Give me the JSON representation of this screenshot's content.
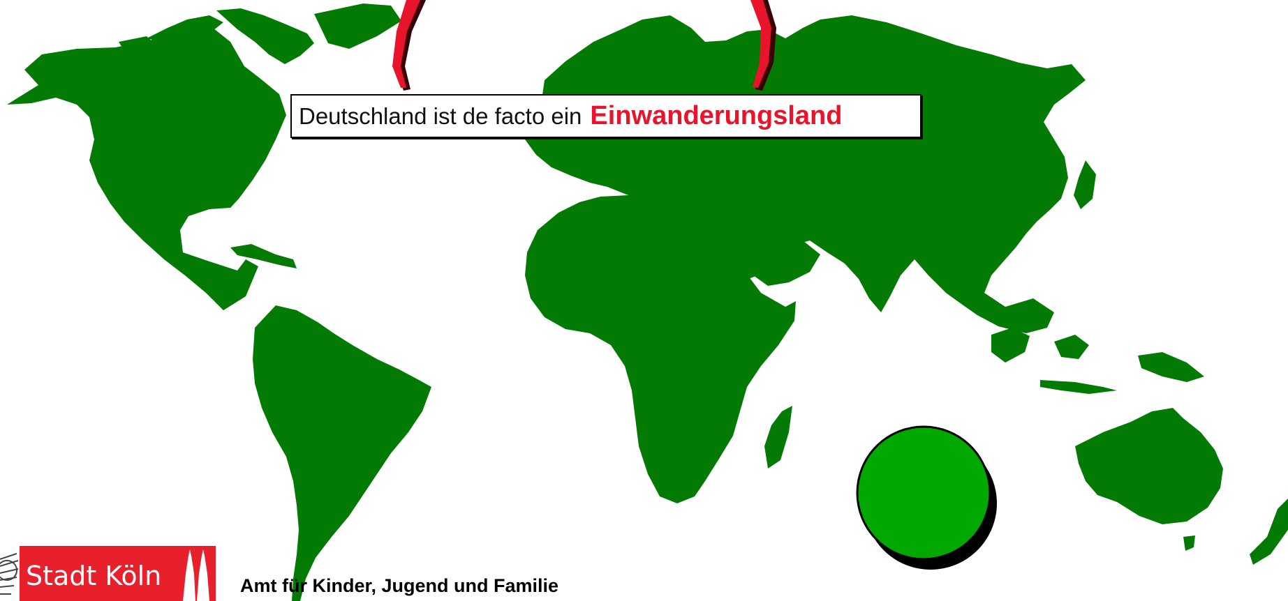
{
  "slide": {
    "callout": {
      "text": "Deutschland ist de facto ein",
      "highlight": "Einwanderungsland"
    },
    "footer": {
      "logo_text": "Stadt Köln",
      "department": "Amt für Kinder, Jugend und Familie"
    }
  },
  "map": {
    "land_color": "#037a03",
    "marker_color": "#00a800",
    "arrow_color": "#e8142b"
  },
  "icons": [
    "cologne-emblem-icon",
    "cathedral-icon",
    "green-circle-marker-icon",
    "red-arrow-icon"
  ]
}
